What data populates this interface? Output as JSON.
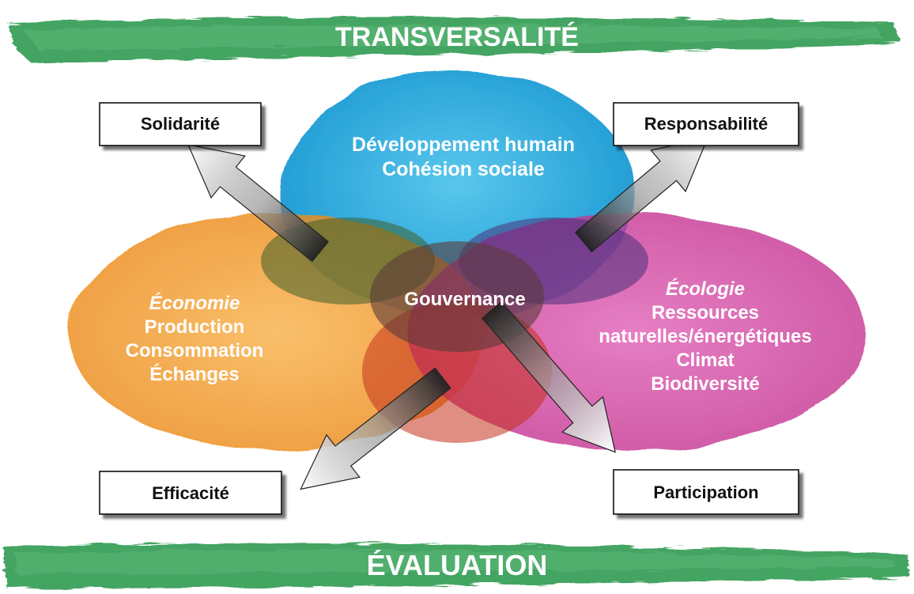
{
  "banners": {
    "top": "TRANSVERSALITÉ",
    "bottom": "ÉVALUATION"
  },
  "spheres": {
    "social": {
      "lines": [
        "Développement humain",
        "Cohésion sociale"
      ],
      "color": "#1aa6dc"
    },
    "economy": {
      "title": "Économie",
      "lines": [
        "Production",
        "Consommation",
        "Échanges"
      ],
      "color": "#f39a2a"
    },
    "ecology": {
      "title": "Écologie",
      "lines": [
        "Ressources",
        "naturelles/énergétiques",
        "Climat",
        "Biodiversité"
      ],
      "color": "#cf3a9a"
    }
  },
  "center": "Gouvernance",
  "boxes": {
    "solidarity": "Solidarité",
    "responsibility": "Responsabilité",
    "efficiency": "Efficacité",
    "participation": "Participation"
  },
  "colors": {
    "banner": "#3aa05a",
    "box_border": "#111111"
  }
}
